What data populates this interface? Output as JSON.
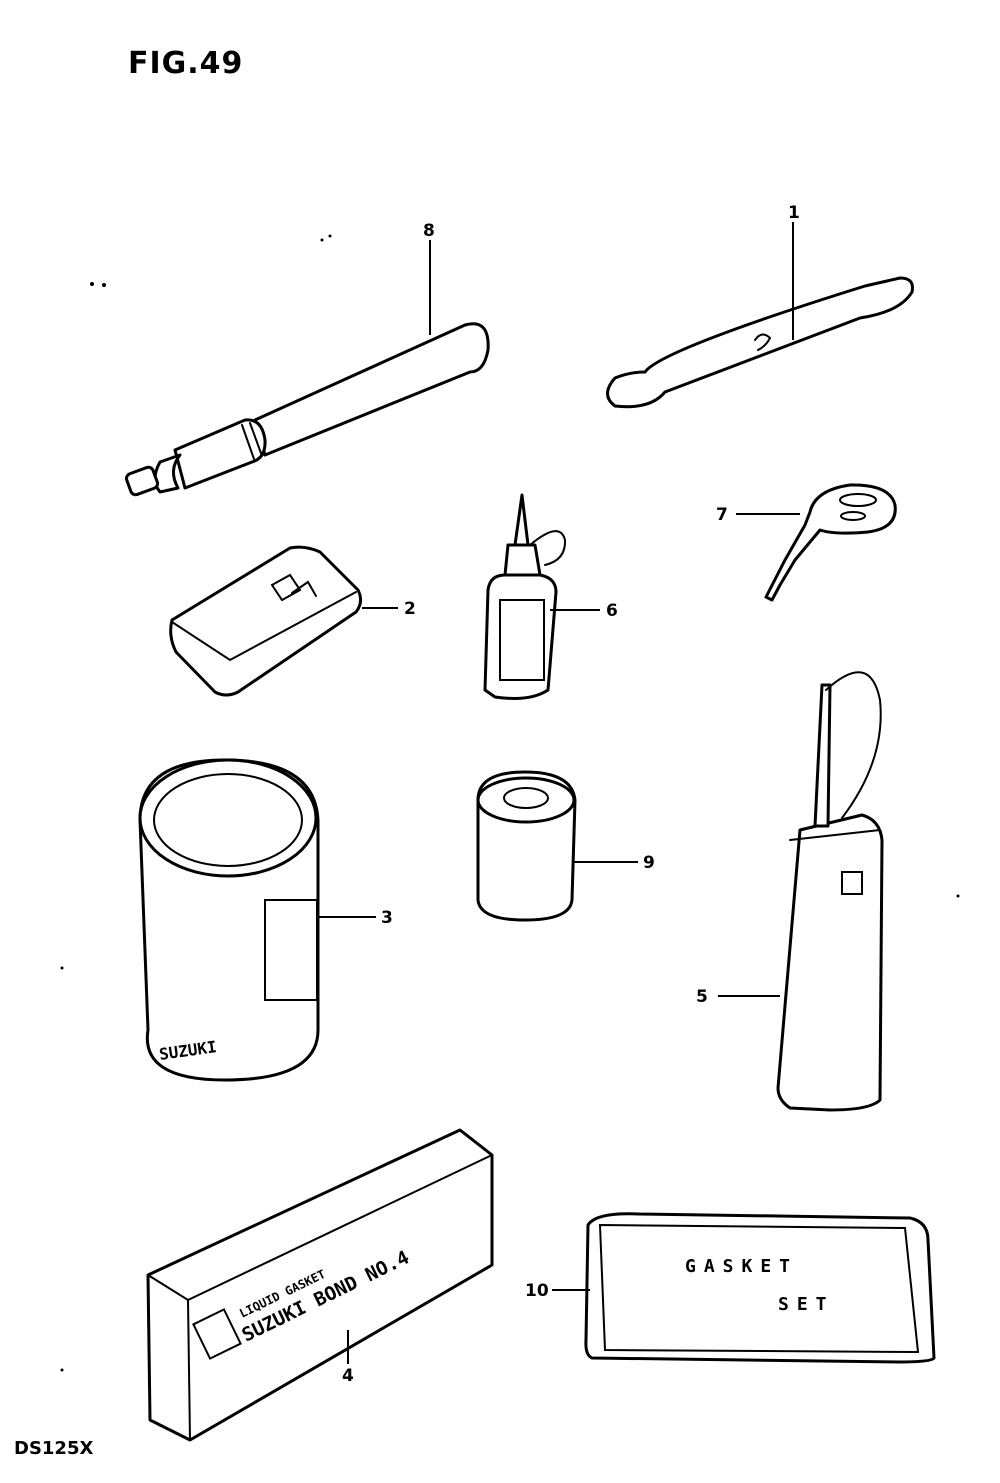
{
  "figure": {
    "title": "FIG.49",
    "model": "DS125X"
  },
  "callouts": {
    "c1": "1",
    "c2": "2",
    "c3": "3",
    "c4": "4",
    "c5": "5",
    "c6": "6",
    "c7": "7",
    "c8": "8",
    "c9": "9",
    "c10": "10"
  },
  "package_text": {
    "gasket_set_line1": "GASKET",
    "gasket_set_line2": "SET",
    "bond_line1": "LIQUID GASKET",
    "bond_line2": "SUZUKI BOND NO.4",
    "can_bottom": "SUZUKI"
  }
}
